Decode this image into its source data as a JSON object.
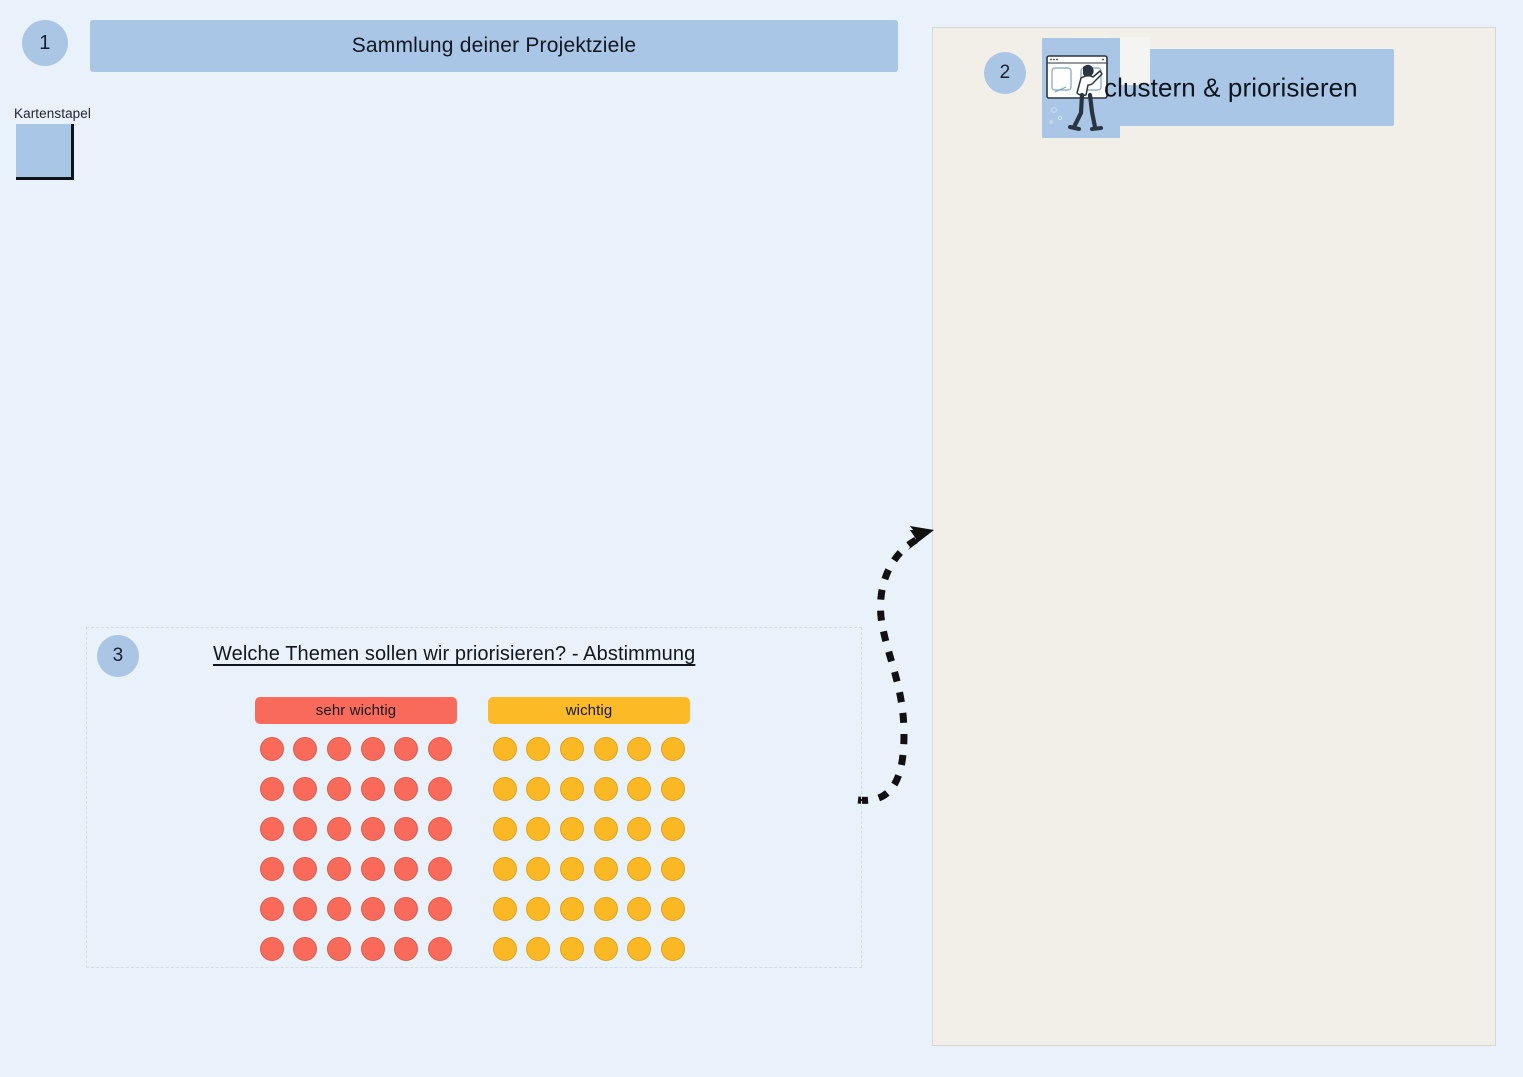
{
  "canvas": {
    "background_color": "#e9f2fb"
  },
  "steps": {
    "one": "1",
    "two": "2",
    "three": "3"
  },
  "section_collect": {
    "badge": "1",
    "title": "Sammlung deiner Projektziele",
    "card_stack_label": "Kartenstapel",
    "card_color": "#a9c6e6",
    "banner_color": "#a9c6e6"
  },
  "section_cluster": {
    "badge": "2",
    "title": "clustern & priorisieren",
    "panel_color": "#f2efe8",
    "banner_color": "#a9c6e6",
    "illustration_name": "person-at-whiteboard-illustration"
  },
  "section_vote": {
    "badge": "3",
    "title": "Welche Themen sollen wir priorisieren? - Abstimmung",
    "columns": [
      {
        "label": "sehr wichtig",
        "color": "#fa6a5a",
        "dot_color": "#f96a5b",
        "rows": 6,
        "cols": 6,
        "dot_count": 36
      },
      {
        "label": "wichtig",
        "color": "#fcbb26",
        "dot_color": "#fbb825",
        "rows": 6,
        "cols": 6,
        "dot_count": 36
      }
    ]
  },
  "connector": {
    "name": "dashed-curved-arrow",
    "from": "section_vote",
    "to": "section_cluster",
    "style": "dashed",
    "color": "#111111"
  }
}
